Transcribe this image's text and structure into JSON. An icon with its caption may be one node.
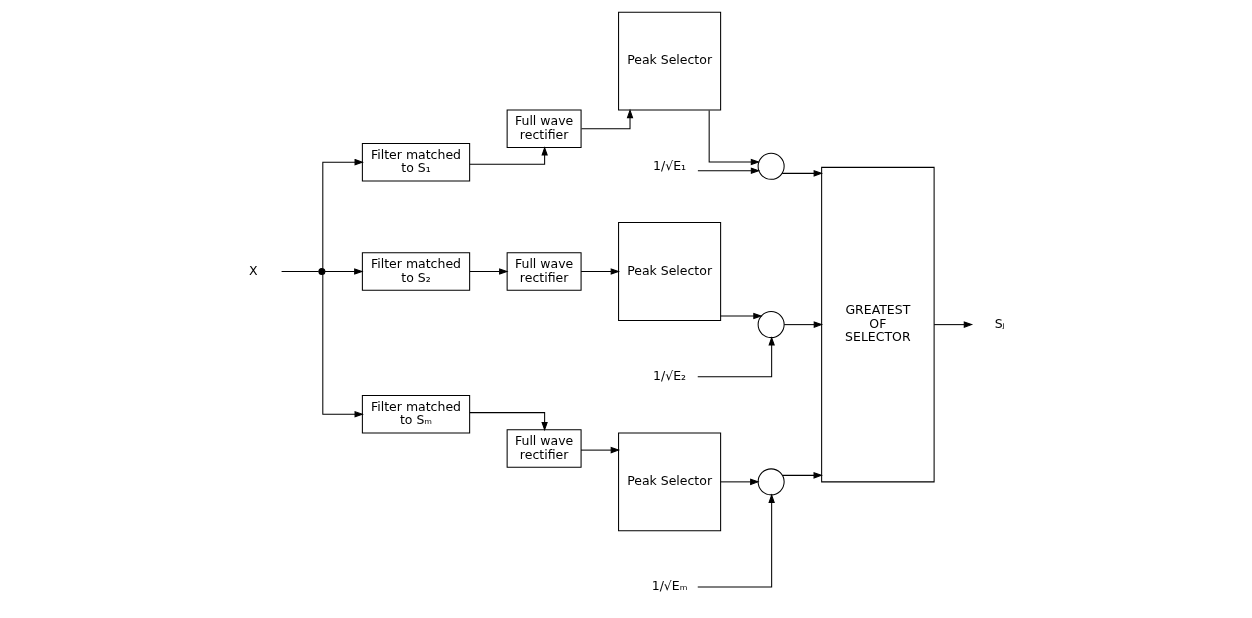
{
  "diagram": {
    "nodes": [
      {
        "text": [
          "X"
        ]
      },
      {
        "text": [],
        "shape": "circle"
      },
      {
        "text": [
          "Filter matched to S₁"
        ]
      },
      {
        "text": [
          "Full wave rectifier"
        ]
      },
      {
        "text": [
          "Peak Selector"
        ]
      },
      {
        "text": [
          "1/√E₁"
        ]
      },
      {
        "text": [],
        "shape": "circle"
      },
      {
        "text": [
          "Filter matched to S₂"
        ]
      },
      {
        "text": [
          "Full wave rectifier"
        ]
      },
      {
        "text": [
          "Peak Selector"
        ]
      },
      {
        "text": [
          "1/√E₂"
        ]
      },
      {
        "text": [],
        "shape": "circle"
      },
      {
        "text": [
          "Filter matched to Sₘ"
        ]
      },
      {
        "text": [
          "Full wave rectifier"
        ]
      },
      {
        "text": [
          "Peak Selector"
        ]
      },
      {
        "text": [
          "1/√Eₘ"
        ]
      },
      {
        "text": [],
        "shape": "circle"
      },
      {
        "text": [
          "GREATEST OF SELECTOR"
        ]
      },
      {
        "text": [
          "Sⱼ"
        ]
      }
    ],
    "edges": [
      {
        "from": 0,
        "to": 1,
        "arrow": "none"
      },
      {
        "from": 1,
        "to": 2,
        "arrow": "to"
      },
      {
        "from": 1,
        "to": 7,
        "arrow": "to"
      },
      {
        "from": 1,
        "to": 12,
        "arrow": "to"
      },
      {
        "from": 2,
        "to": 3,
        "arrow": "to"
      },
      {
        "from": 3,
        "to": 4,
        "arrow": "to"
      },
      {
        "from": 4,
        "to": 6,
        "arrow": "to"
      },
      {
        "from": 5,
        "to": 6,
        "arrow": "to"
      },
      {
        "from": 6,
        "to": 17,
        "arrow": "to"
      },
      {
        "from": 7,
        "to": 8,
        "arrow": "to"
      },
      {
        "from": 8,
        "to": 9,
        "arrow": "to"
      },
      {
        "from": 9,
        "to": 11,
        "arrow": "to"
      },
      {
        "from": 10,
        "to": 11,
        "arrow": "to"
      },
      {
        "from": 11,
        "to": 17,
        "arrow": "to"
      },
      {
        "from": 12,
        "to": 13,
        "arrow": "to"
      },
      {
        "from": 13,
        "to": 14,
        "arrow": "to"
      },
      {
        "from": 14,
        "to": 16,
        "arrow": "to"
      },
      {
        "from": 15,
        "to": 16,
        "arrow": "to"
      },
      {
        "from": 16,
        "to": 17,
        "arrow": "to"
      },
      {
        "from": 17,
        "to": 18,
        "arrow": "to"
      }
    ]
  }
}
